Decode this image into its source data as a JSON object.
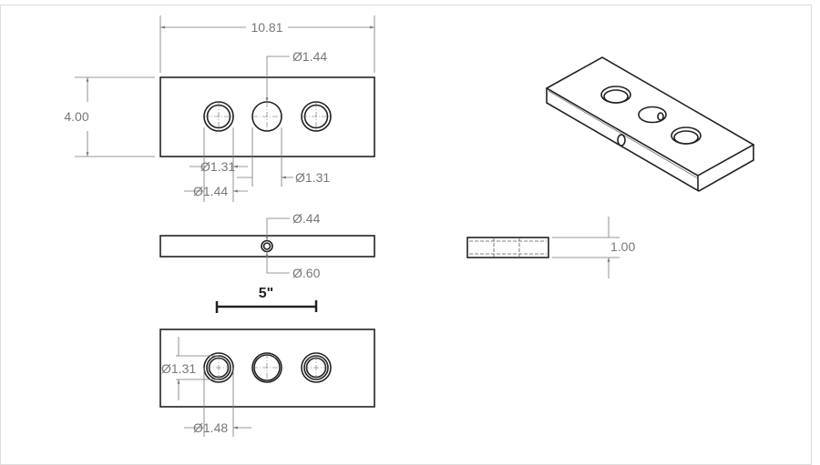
{
  "drawing": {
    "top_view": {
      "overall_length": "10.81",
      "overall_width": "4.00",
      "center_hole_dia": "Ø1.44",
      "left_hole_inner_dia": "Ø1.31",
      "left_hole_outer_dia": "Ø1.44",
      "center_hole_dia_lower": "Ø1.31"
    },
    "front_view": {
      "side_hole_inner_dia": "Ø.44",
      "side_hole_outer_dia": "Ø.60"
    },
    "scale_bar": {
      "label": "5\""
    },
    "bottom_view": {
      "counterbore_inner_dia": "Ø1.31",
      "counterbore_outer_dia": "Ø1.48"
    },
    "side_view": {
      "thickness": "1.00"
    }
  }
}
